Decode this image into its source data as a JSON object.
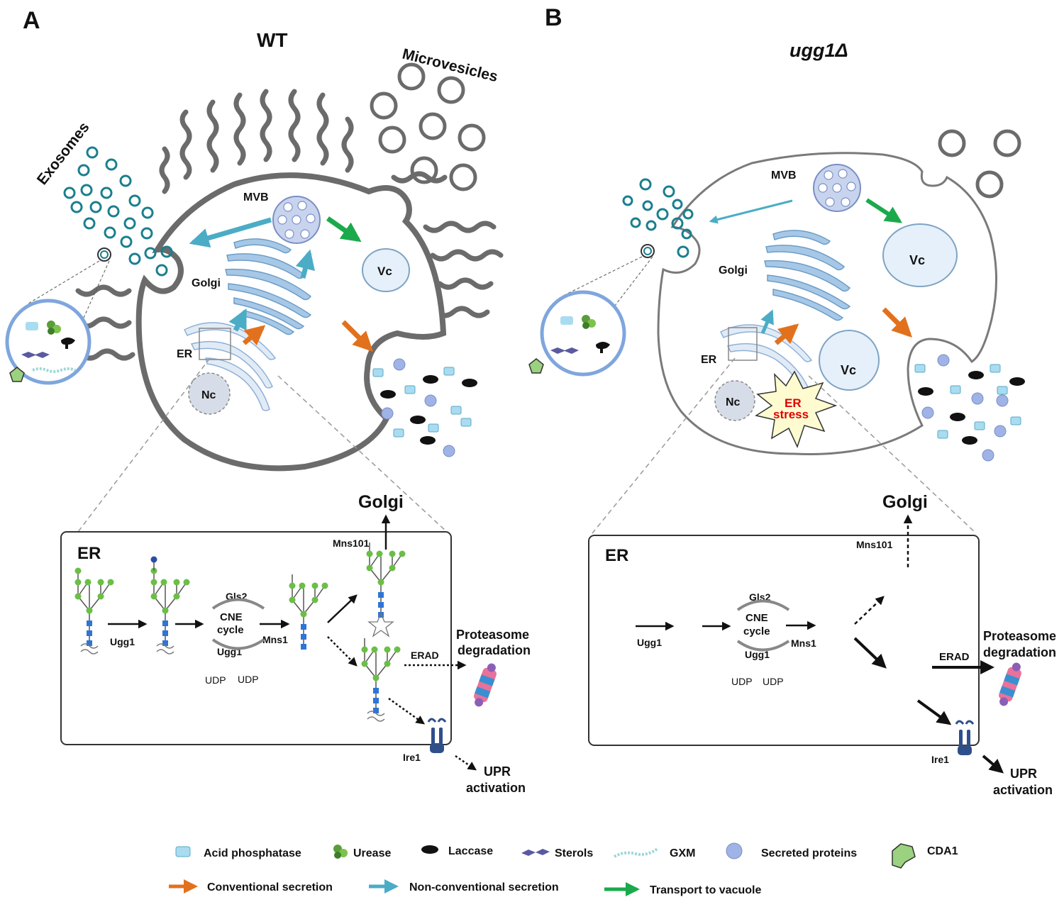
{
  "panels": {
    "a": {
      "letter": "A",
      "title": "WT"
    },
    "b": {
      "letter": "B",
      "title": "ugg1Δ"
    }
  },
  "labels": {
    "microvesicles": "Microvesicles",
    "exosomes": "Exosomes",
    "mvb": "MVB",
    "golgi": "Golgi",
    "vc": "Vc",
    "er": "ER",
    "nc": "Nc",
    "er_stress_1": "ER",
    "er_stress_2": "stress"
  },
  "pathway": {
    "er_box": "ER",
    "golgi": "Golgi",
    "mns101": "Mns101",
    "gls2": "Gls2",
    "cne_1": "CNE",
    "cne_2": "cycle",
    "ugg1": "Ugg1",
    "udp": "UDP",
    "mns1": "Mns1",
    "erad": "ERAD",
    "proteasome_1": "Proteasome",
    "proteasome_2": "degradation",
    "ire1": "Ire1",
    "upr_1": "UPR",
    "upr_2": "activation"
  },
  "legend": {
    "items": [
      "Acid phosphatase",
      "Urease",
      "Laccase",
      "Sterols",
      "GXM",
      "Secreted proteins",
      "CDA1"
    ],
    "arrows": [
      "Conventional secretion",
      "Non-conventional secretion",
      "Transport to vacuole"
    ]
  },
  "colors": {
    "conventional": "#e2711d",
    "nonconventional": "#4bacc6",
    "vacuole": "#1aaa4b",
    "cell_wall": "#6b6b6b",
    "glycan_glucose": "#2b4ea2",
    "glycan_mannose": "#6abf45",
    "glycan_glcnac": "#2e75d6",
    "er_stress_text": "#e00000"
  }
}
